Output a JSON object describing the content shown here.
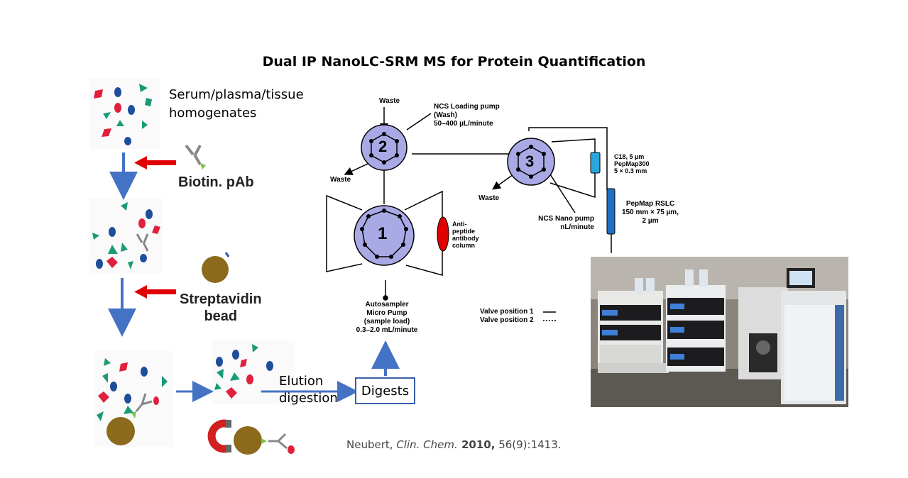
{
  "title": "Dual IP NanoLC-SRM MS for Protein Quantification",
  "left_panel": {
    "sample_label_line1": "Serum/plasma/tissue",
    "sample_label_line2": "homogenates",
    "reagent1": "Biotin. pAb",
    "reagent2_line1": "Streptavidin",
    "reagent2_line2": "bead",
    "elution_line1": "Elution",
    "elution_line2": "digestion",
    "digests": "Digests"
  },
  "lc_diagram": {
    "waste_top": "Waste",
    "waste_left": "Waste",
    "waste_right": "Waste",
    "loading_pump_line1": "NCS Loading pump",
    "loading_pump_line2": "(Wash)",
    "loading_pump_line3": "50–400 µL/minute",
    "valve1": "1",
    "valve2": "2",
    "valve3": "3",
    "anti_line1": "Anti-",
    "anti_line2": "peptide",
    "anti_line3": "antibody",
    "anti_line4": "column",
    "autosampler_line1": "Autosampler",
    "autosampler_line2": "Micro Pump",
    "autosampler_line3": "(sample load)",
    "autosampler_line4": "0.3–2.0 mL/minute",
    "c18_line1": "C18, 5 µm",
    "c18_line2": "PepMap300",
    "c18_line3": "5 × 0.3 mm",
    "rslc_line1": "PepMap RSLC",
    "rslc_line2": "150 mm × 75 µm,",
    "rslc_line3": "2 µm",
    "nano_line1": "NCS Nano pump",
    "nano_line2": "nL/minute",
    "valve_pos1": "Valve position 1",
    "valve_pos2": "Valve position 2"
  },
  "citation": {
    "author": "Neubert, ",
    "journal": "Clin. Chem.",
    "year": " 2010,",
    "rest": " 56(9):1413."
  },
  "colors": {
    "arrow_blue": "#4472c4",
    "arrow_red": "#e00000",
    "valve_fill": "#a9a9e6",
    "bead": "#8b6a1c"
  }
}
